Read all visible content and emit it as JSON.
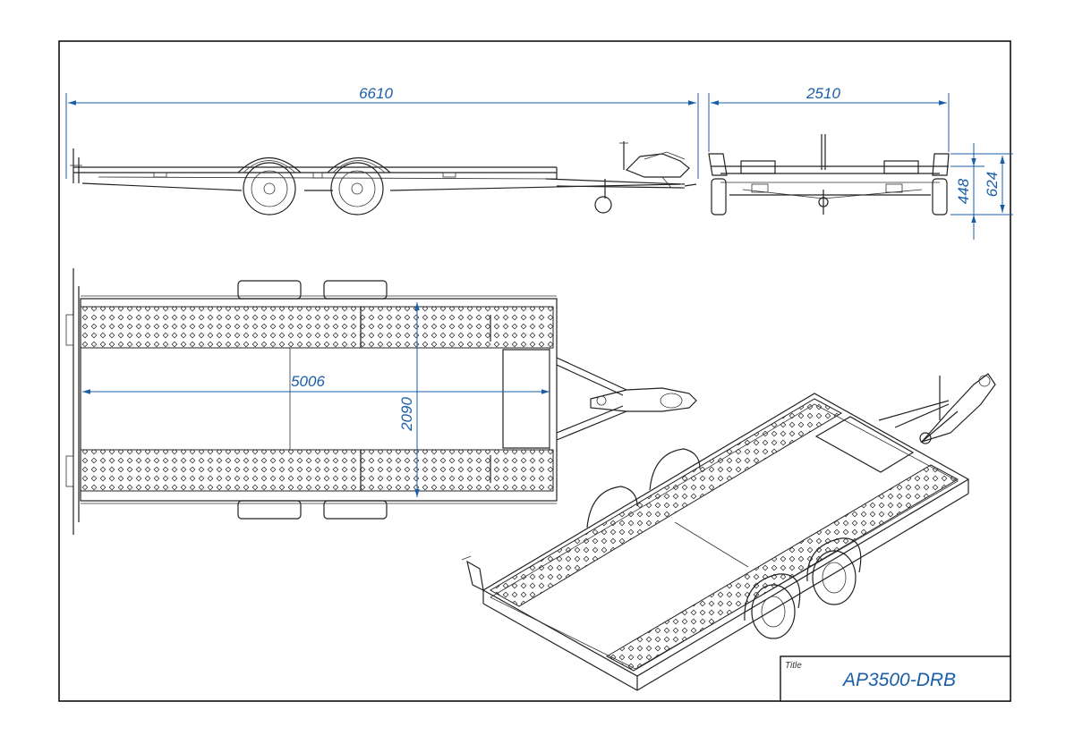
{
  "title_block": {
    "caption": "Title",
    "name": "AP3500-DRB"
  },
  "dimensions": {
    "overall_length": "6610",
    "overall_width": "2510",
    "height_bed": "448",
    "height_total": "624",
    "platform_length": "5006",
    "platform_width": "2090"
  },
  "colors": {
    "ink": "#222222",
    "dimension": "#1a5ea8",
    "paper": "#ffffff"
  }
}
